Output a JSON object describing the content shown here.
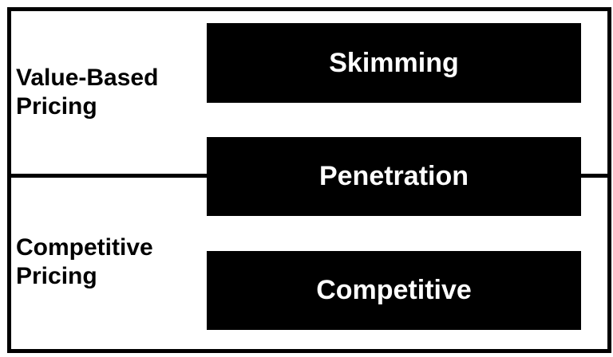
{
  "labels": {
    "top": [
      "Value-Based",
      "Pricing"
    ],
    "bottom": [
      "Competitive",
      "Pricing"
    ]
  },
  "strategies": [
    "Skimming",
    "Penetration",
    "Competitive"
  ]
}
